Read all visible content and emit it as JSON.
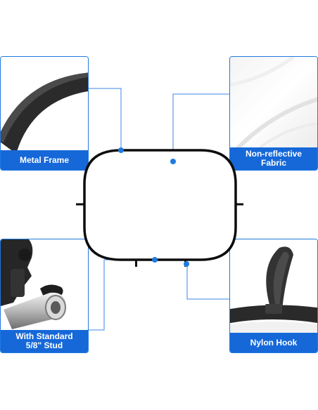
{
  "features": {
    "metal_frame": {
      "label": "Metal Frame"
    },
    "fabric": {
      "label": "Non-reflective\nFabric"
    },
    "stud": {
      "label": "With Standard\n5/8\" Stud"
    },
    "hook": {
      "label": "Nylon Hook"
    }
  },
  "colors": {
    "accent": "#1668d8",
    "frame": "#111111",
    "dot": "#1f7ae0"
  }
}
